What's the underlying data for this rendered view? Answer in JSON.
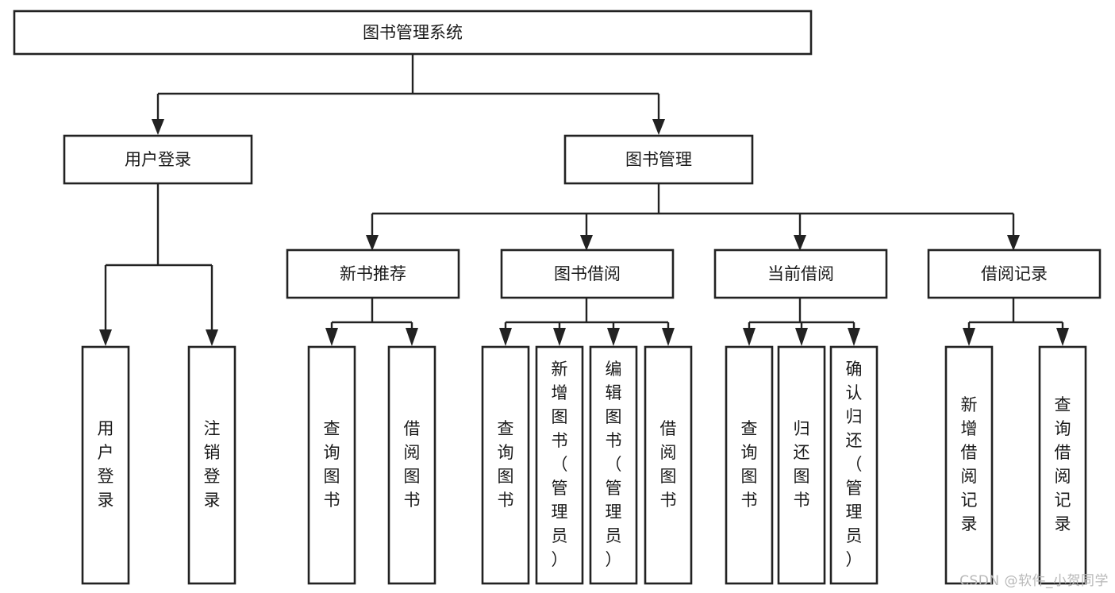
{
  "diagram": {
    "title": "图书管理系统",
    "type": "tree-hierarchy",
    "watermark": "CSDN @软件_小贺同学",
    "colors": {
      "box_stroke": "#222222",
      "box_fill": "#ffffff",
      "text": "#1a1a1a",
      "connector": "#222222",
      "background": "#ffffff",
      "watermark_text": "#b8b8b8"
    },
    "root": {
      "label": "图书管理系统",
      "orientation": "horizontal"
    },
    "level2": [
      {
        "label": "用户登录",
        "orientation": "horizontal"
      },
      {
        "label": "图书管理",
        "orientation": "horizontal"
      }
    ],
    "level3": [
      {
        "label": "新书推荐",
        "orientation": "horizontal"
      },
      {
        "label": "图书借阅",
        "orientation": "horizontal"
      },
      {
        "label": "当前借阅",
        "orientation": "horizontal"
      },
      {
        "label": "借阅记录",
        "orientation": "horizontal"
      }
    ],
    "leaves_user_login": [
      {
        "label": "用户登录",
        "orientation": "vertical"
      },
      {
        "label": "注销登录",
        "orientation": "vertical"
      }
    ],
    "leaves_new_book": [
      {
        "label": "查询图书",
        "orientation": "vertical"
      },
      {
        "label": "借阅图书",
        "orientation": "vertical"
      }
    ],
    "leaves_borrow": [
      {
        "label": "查询图书",
        "orientation": "vertical"
      },
      {
        "label": "新增图书（管理员）",
        "orientation": "vertical"
      },
      {
        "label": "编辑图书（管理员）",
        "orientation": "vertical"
      },
      {
        "label": "借阅图书",
        "orientation": "vertical"
      }
    ],
    "leaves_current": [
      {
        "label": "查询图书",
        "orientation": "vertical"
      },
      {
        "label": "归还图书",
        "orientation": "vertical"
      },
      {
        "label": "确认归还（管理员）",
        "orientation": "vertical"
      }
    ],
    "leaves_records": [
      {
        "label": "新增借阅记录",
        "orientation": "vertical"
      },
      {
        "label": "查询借阅记录",
        "orientation": "vertical"
      }
    ]
  }
}
